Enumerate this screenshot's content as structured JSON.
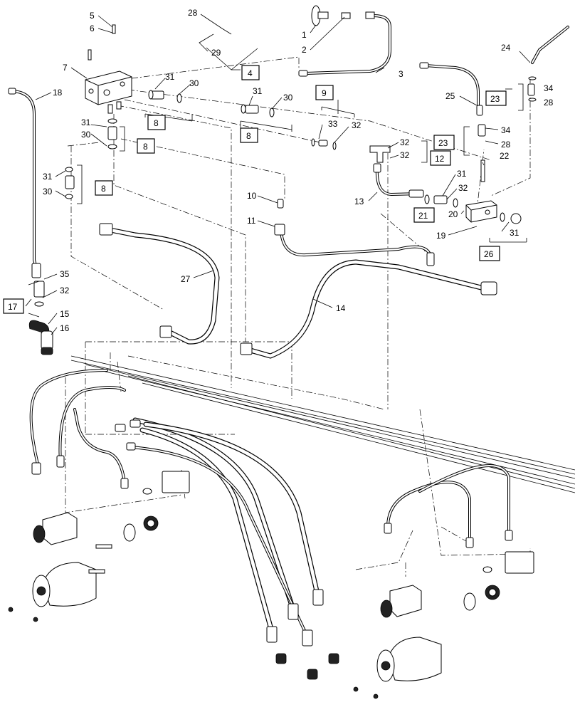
{
  "callouts": [
    {
      "id": "c1",
      "text": "1"
    },
    {
      "id": "c2",
      "text": "2"
    },
    {
      "id": "c3",
      "text": "3"
    },
    {
      "id": "c5",
      "text": "5"
    },
    {
      "id": "c6",
      "text": "6"
    },
    {
      "id": "c7",
      "text": "7"
    },
    {
      "id": "c10",
      "text": "10"
    },
    {
      "id": "c11",
      "text": "11"
    },
    {
      "id": "c13",
      "text": "13"
    },
    {
      "id": "c14",
      "text": "14"
    },
    {
      "id": "c15",
      "text": "15"
    },
    {
      "id": "c16",
      "text": "16"
    },
    {
      "id": "c18",
      "text": "18"
    },
    {
      "id": "c19",
      "text": "19"
    },
    {
      "id": "c20",
      "text": "20"
    },
    {
      "id": "c22",
      "text": "22"
    },
    {
      "id": "c24",
      "text": "24"
    },
    {
      "id": "c25",
      "text": "25"
    },
    {
      "id": "c27",
      "text": "27"
    },
    {
      "id": "c28a",
      "text": "28"
    },
    {
      "id": "c28b",
      "text": "28"
    },
    {
      "id": "c28c",
      "text": "28"
    },
    {
      "id": "c29",
      "text": "29"
    },
    {
      "id": "c30a",
      "text": "30"
    },
    {
      "id": "c30b",
      "text": "30"
    },
    {
      "id": "c30c",
      "text": "30"
    },
    {
      "id": "c30d",
      "text": "30"
    },
    {
      "id": "c31a",
      "text": "31"
    },
    {
      "id": "c31b",
      "text": "31"
    },
    {
      "id": "c31c",
      "text": "31"
    },
    {
      "id": "c31d",
      "text": "31"
    },
    {
      "id": "c31e",
      "text": "31"
    },
    {
      "id": "c31f",
      "text": "31"
    },
    {
      "id": "c32a",
      "text": "32"
    },
    {
      "id": "c32b",
      "text": "32"
    },
    {
      "id": "c32c",
      "text": "32"
    },
    {
      "id": "c32d",
      "text": "32"
    },
    {
      "id": "c32e",
      "text": "32"
    },
    {
      "id": "c33",
      "text": "33"
    },
    {
      "id": "c34a",
      "text": "34"
    },
    {
      "id": "c34b",
      "text": "34"
    },
    {
      "id": "c35",
      "text": "35"
    }
  ],
  "boxed_callouts": [
    {
      "id": "b4",
      "text": "4"
    },
    {
      "id": "b8a",
      "text": "8"
    },
    {
      "id": "b8b",
      "text": "8"
    },
    {
      "id": "b8c",
      "text": "8"
    },
    {
      "id": "b8d",
      "text": "8"
    },
    {
      "id": "b9",
      "text": "9"
    },
    {
      "id": "b12",
      "text": "12"
    },
    {
      "id": "b17",
      "text": "17"
    },
    {
      "id": "b21",
      "text": "21"
    },
    {
      "id": "b23a",
      "text": "23"
    },
    {
      "id": "b23b",
      "text": "23"
    },
    {
      "id": "b26",
      "text": "26"
    }
  ]
}
